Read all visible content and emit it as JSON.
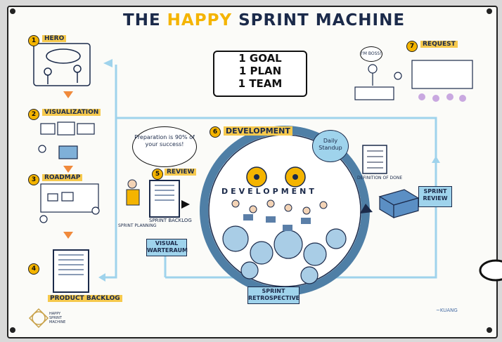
{
  "title": {
    "prefix": "THE",
    "happy": "HAPPY",
    "rest": "SPRINT MACHINE"
  },
  "speech": {
    "lines": [
      "1 GOAL",
      "1 PLAN",
      "1 TEAM"
    ]
  },
  "stages": {
    "s1": {
      "num": "1",
      "label": "HERO"
    },
    "s2": {
      "num": "2",
      "label": "VISUALIZATION"
    },
    "s3": {
      "num": "3",
      "label": "ROADMAP"
    },
    "s4": {
      "num": "4",
      "doc_label": "PRODUCT BACKLOG"
    },
    "s5": {
      "num": "5",
      "label": "REVIEW"
    },
    "s6": {
      "num": "6",
      "label": "DEVELOPMENT"
    },
    "s7": {
      "num": "7",
      "label": "REQUEST"
    }
  },
  "thought": "Preparation is 90% of your success!",
  "bubble_daily": "Daily Standup",
  "definition_done": "DEFINITION OF DONE",
  "sprint_review": "SPRINT REVIEW",
  "sprint_retro": "SPRINT RETROSPECTIVE",
  "visual_warteraum": "VISUAL WARTERAUM",
  "sprint_backlog": "SPRINT BACKLOG",
  "sprint_planning": "SPRINT PLANNING",
  "dev_word": "DEVELOPMENT",
  "request_speech": "I'M BOSS!",
  "logo_text": "HAPPY SPRINT MACHINE",
  "credit": "~KUANG",
  "colors": {
    "accent_yellow": "#f4b400",
    "light_blue": "#9fd3ec",
    "navy": "#1b2a4a",
    "orange": "#f08a3c"
  }
}
